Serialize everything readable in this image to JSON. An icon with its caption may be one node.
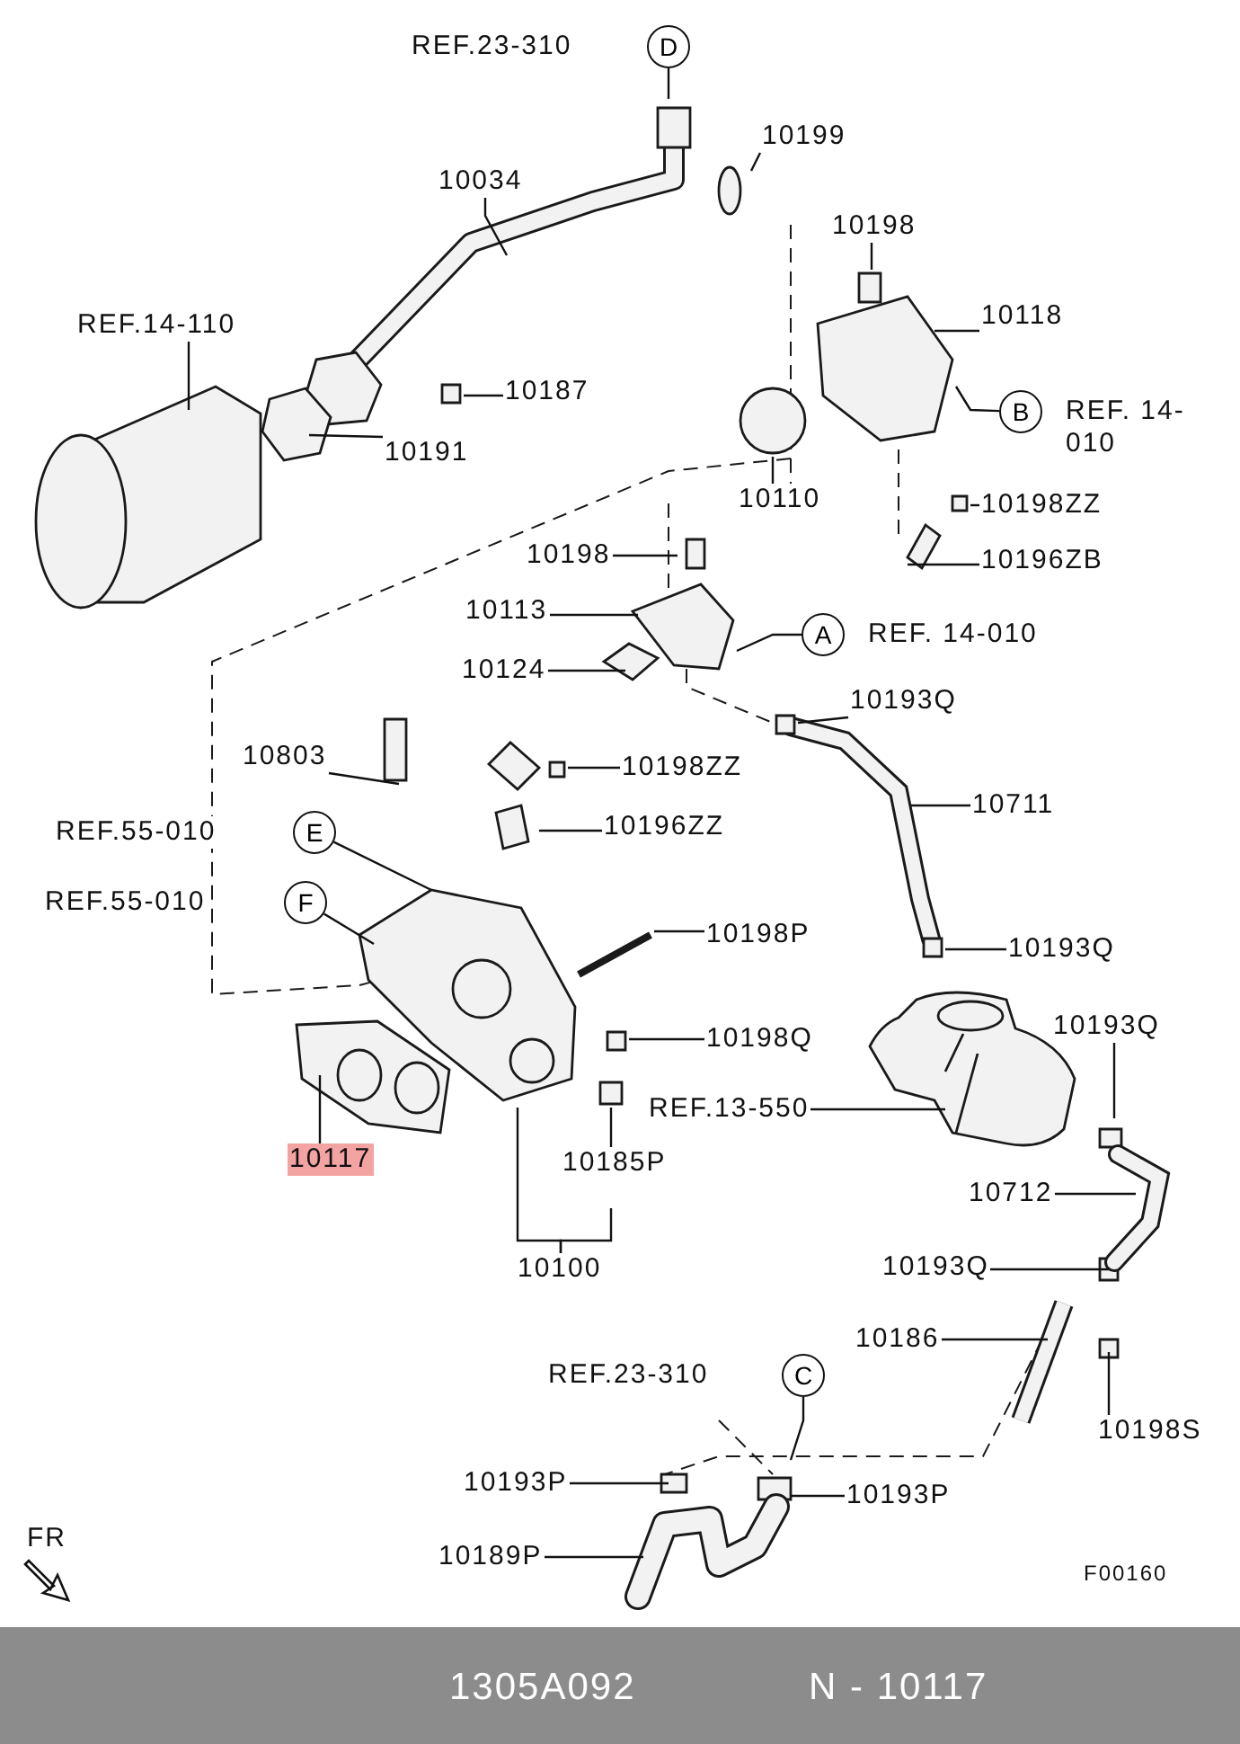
{
  "diagram": {
    "nodes": [
      {
        "text": [
          "REF.23-310",
          "D"
        ]
      },
      {
        "text": [
          "10199"
        ]
      },
      {
        "text": [
          "10034"
        ]
      },
      {
        "text": [
          "10198"
        ]
      },
      {
        "text": [
          "REF.14-110"
        ]
      },
      {
        "text": [
          "10118"
        ]
      },
      {
        "text": [
          "10187"
        ]
      },
      {
        "text": [
          "B",
          "REF. 14-010"
        ]
      },
      {
        "text": [
          "10191"
        ]
      },
      {
        "text": [
          "10110"
        ]
      },
      {
        "text": [
          "10198ZZ"
        ]
      },
      {
        "text": [
          "10198"
        ]
      },
      {
        "text": [
          "10196ZB"
        ]
      },
      {
        "text": [
          "10113"
        ]
      },
      {
        "text": [
          "A",
          "REF. 14-010"
        ]
      },
      {
        "text": [
          "10124"
        ]
      },
      {
        "text": [
          "10193Q"
        ]
      },
      {
        "text": [
          "10803"
        ]
      },
      {
        "text": [
          "10198ZZ"
        ]
      },
      {
        "text": [
          "10711"
        ]
      },
      {
        "text": [
          "REF.55-010",
          "E"
        ]
      },
      {
        "text": [
          "10196ZZ"
        ]
      },
      {
        "text": [
          "REF.55-010",
          "F"
        ]
      },
      {
        "text": [
          "10198P"
        ]
      },
      {
        "text": [
          "10193Q"
        ]
      },
      {
        "text": [
          "10193Q"
        ]
      },
      {
        "text": [
          "10198Q"
        ]
      },
      {
        "text": [
          "REF.13-550"
        ]
      },
      {
        "text": [
          "10117"
        ]
      },
      {
        "text": [
          "10185P"
        ]
      },
      {
        "text": [
          "10712"
        ]
      },
      {
        "text": [
          "10100"
        ]
      },
      {
        "text": [
          "10193Q"
        ]
      },
      {
        "text": [
          "10186"
        ]
      },
      {
        "text": [
          "10198S"
        ]
      },
      {
        "text": [
          "REF.23-310",
          "C"
        ]
      },
      {
        "text": [
          "10193P"
        ]
      },
      {
        "text": [
          "10193P"
        ]
      },
      {
        "text": [
          "10189P"
        ]
      }
    ],
    "edges": [
      {
        "from": 0,
        "to": null,
        "arrow": "none"
      },
      {
        "from": 1,
        "to": null,
        "arrow": "none"
      },
      {
        "from": 2,
        "to": null,
        "arrow": "none"
      },
      {
        "from": 3,
        "to": null,
        "arrow": "none"
      },
      {
        "from": 4,
        "to": null,
        "arrow": "none"
      },
      {
        "from": 5,
        "to": null,
        "arrow": "none"
      },
      {
        "from": 6,
        "to": null,
        "arrow": "none"
      },
      {
        "from": 7,
        "to": null,
        "arrow": "none"
      },
      {
        "from": 8,
        "to": null,
        "arrow": "none"
      },
      {
        "from": 9,
        "to": null,
        "arrow": "none"
      },
      {
        "from": 10,
        "to": null,
        "arrow": "none"
      },
      {
        "from": 11,
        "to": null,
        "arrow": "none"
      },
      {
        "from": 12,
        "to": null,
        "arrow": "none"
      },
      {
        "from": 13,
        "to": null,
        "arrow": "none"
      },
      {
        "from": 14,
        "to": null,
        "arrow": "none"
      },
      {
        "from": 15,
        "to": null,
        "arrow": "none"
      },
      {
        "from": 16,
        "to": null,
        "arrow": "none"
      },
      {
        "from": 17,
        "to": null,
        "arrow": "none"
      },
      {
        "from": 18,
        "to": null,
        "arrow": "none"
      },
      {
        "from": 19,
        "to": null,
        "arrow": "none"
      },
      {
        "from": 20,
        "to": null,
        "arrow": "none"
      },
      {
        "from": 21,
        "to": null,
        "arrow": "none"
      },
      {
        "from": 22,
        "to": null,
        "arrow": "none"
      },
      {
        "from": 23,
        "to": null,
        "arrow": "none"
      },
      {
        "from": 24,
        "to": null,
        "arrow": "none"
      },
      {
        "from": 25,
        "to": null,
        "arrow": "none"
      },
      {
        "from": 26,
        "to": null,
        "arrow": "none"
      },
      {
        "from": 27,
        "to": null,
        "arrow": "none"
      },
      {
        "from": 28,
        "to": null,
        "arrow": "none"
      },
      {
        "from": 29,
        "to": null,
        "arrow": "none"
      },
      {
        "from": 30,
        "to": null,
        "arrow": "none"
      },
      {
        "from": 31,
        "to": null,
        "arrow": "none"
      },
      {
        "from": 31,
        "to": null,
        "arrow": "none"
      },
      {
        "from": 32,
        "to": null,
        "arrow": "none"
      },
      {
        "from": 33,
        "to": null,
        "arrow": "none"
      },
      {
        "from": 34,
        "to": null,
        "arrow": "none"
      },
      {
        "from": 35,
        "to": null,
        "arrow": "none"
      },
      {
        "from": 36,
        "to": null,
        "arrow": "none"
      },
      {
        "from": 37,
        "to": null,
        "arrow": "none"
      },
      {
        "from": 38,
        "to": null,
        "arrow": "none"
      }
    ],
    "labels": [
      "FR",
      "F00160",
      "1305A092",
      "N - 10117"
    ]
  }
}
